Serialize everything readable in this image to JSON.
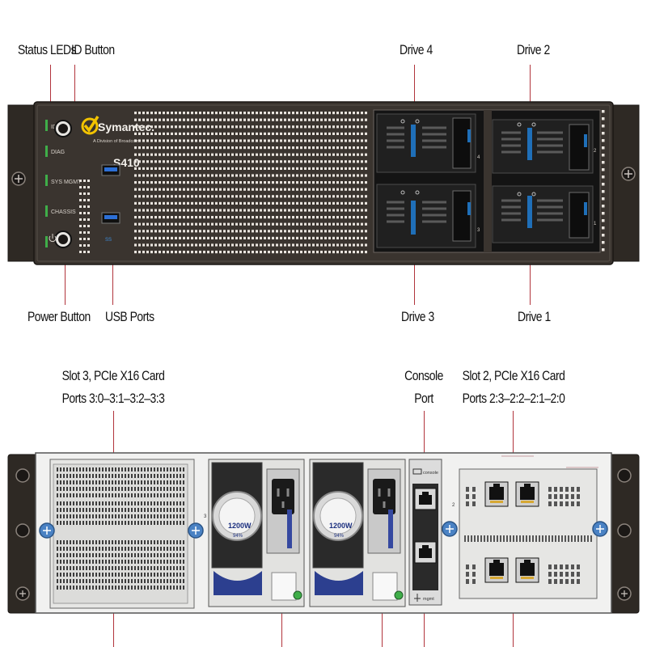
{
  "front": {
    "labels": {
      "status_leds": "Status LEDs",
      "id_button": "ID Button",
      "drive_4": "Drive 4",
      "drive_2": "Drive 2",
      "power_button": "Power Button",
      "usb_ports": "USB Ports",
      "drive_3": "Drive 3",
      "drive_1": "Drive 1"
    },
    "led_labels": [
      "ID",
      "DIAG",
      "SYS MGMT",
      "CHASSIS"
    ],
    "brand": "Symantec.",
    "brand_sub": "A Division of Broadcom",
    "model": "S410",
    "usb_mark": "SS",
    "drive_numbers": [
      "4",
      "2",
      "3",
      "1"
    ]
  },
  "rear": {
    "labels": {
      "slot3_line1": "Slot 3, PCIe X16 Card",
      "slot3_line2": "Ports 3:0–3:1–3:2–3:3",
      "console_line1": "Console",
      "console_line2": "Port",
      "slot2_line1": "Slot 2, PCIe X16 Card",
      "slot2_line2": "Ports 2:3–2:2–2:1–2:0"
    },
    "psu_watts": "1200W",
    "psu_eff": "94%",
    "console_tag": "console",
    "mgmt_tag": "mgmt",
    "slot_numbers": [
      "3",
      "2"
    ]
  },
  "colors": {
    "callout": "#b1343c",
    "chassis_dark": "#2e2924",
    "bezel": "#3a342f",
    "drive_led_blue": "#1f6fb8",
    "symantec_yellow": "#f2c300",
    "status_led_green": "#3fae49"
  }
}
